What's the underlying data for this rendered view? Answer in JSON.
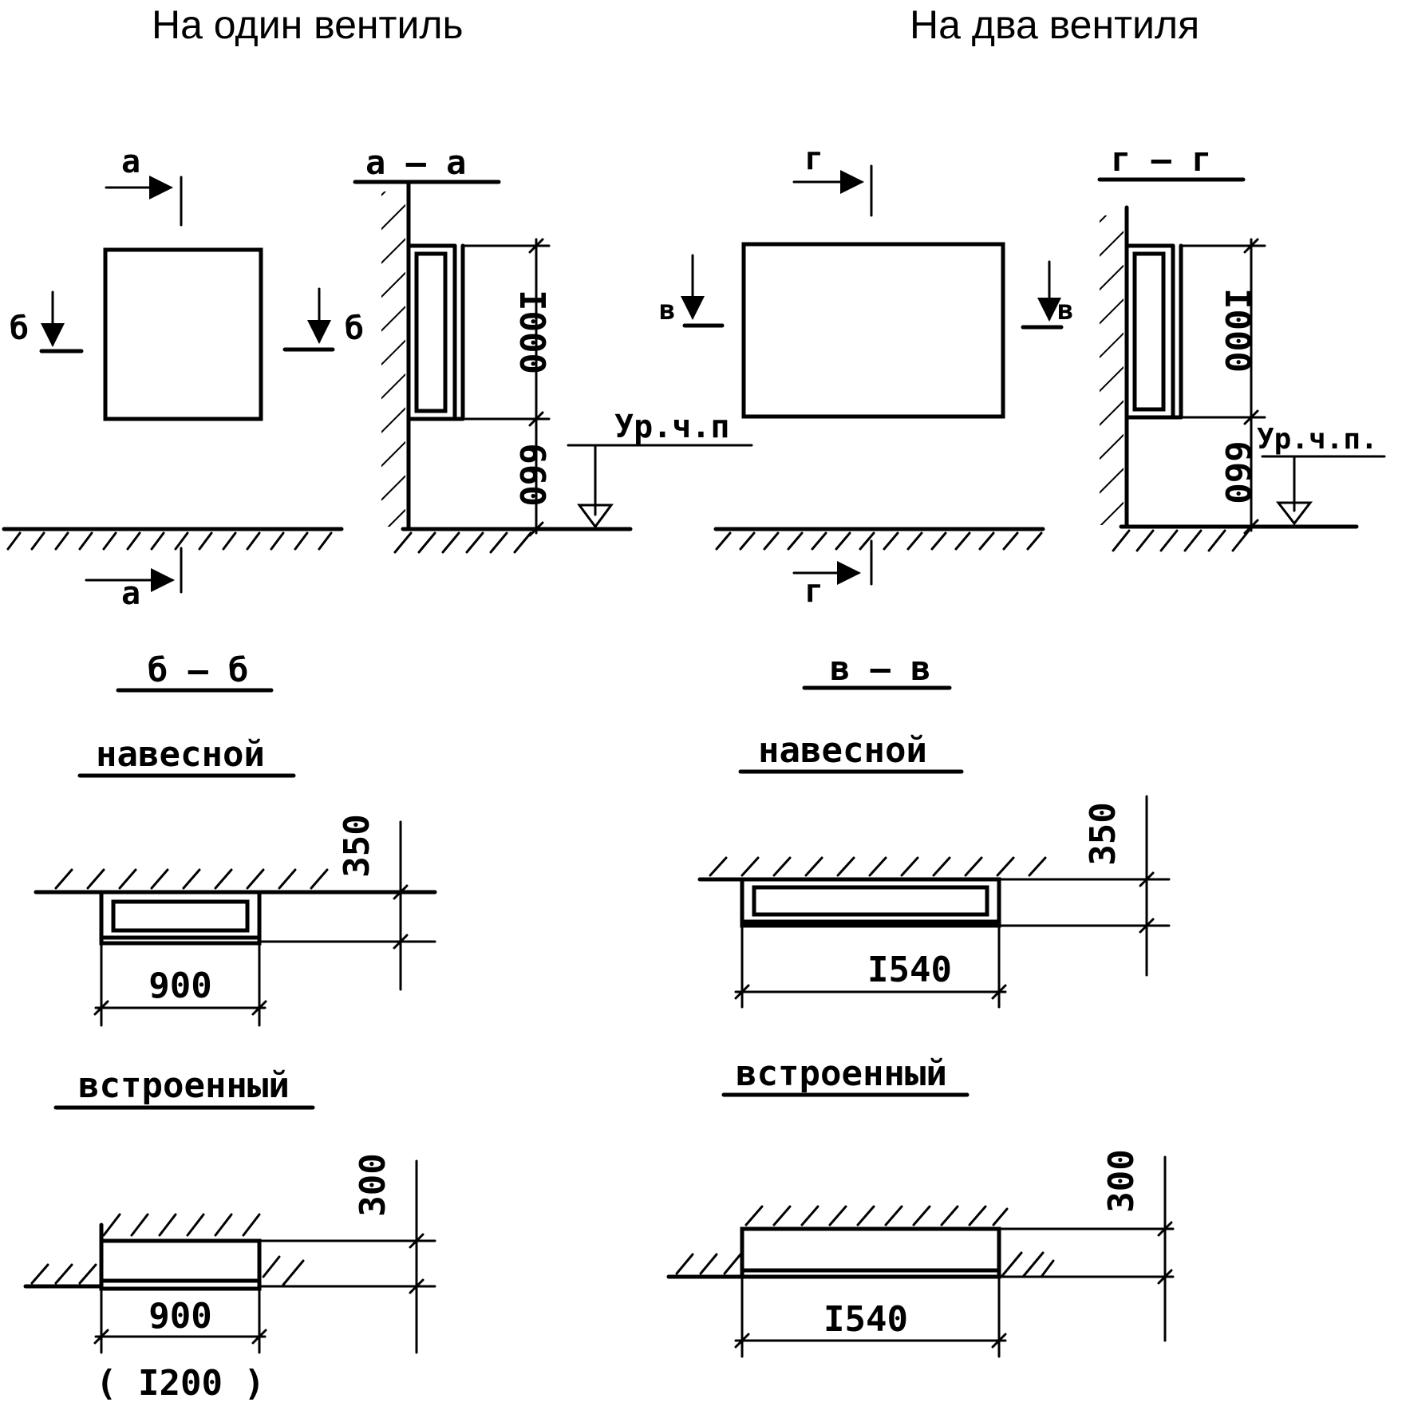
{
  "headings": {
    "left": "На один вентиль",
    "right": "На два вентиля"
  },
  "section_marks": {
    "a": "а",
    "b": "б",
    "v": "в",
    "g": "г"
  },
  "section_titles": {
    "a_a": "а – а",
    "g_g": "г – г",
    "b_b": "б – б",
    "v_v": "в – в"
  },
  "dims": {
    "height_upper": "I000",
    "height_lower": "660",
    "depth_hung": "350",
    "depth_built": "300",
    "width_single": "900",
    "width_double": "I540",
    "width_single_alt": "( I200 )"
  },
  "floor_level": "Ур.ч.п",
  "floor_level_right": "Ур.ч.п.",
  "variants": {
    "hung": "навесной",
    "built": "встроенный"
  }
}
